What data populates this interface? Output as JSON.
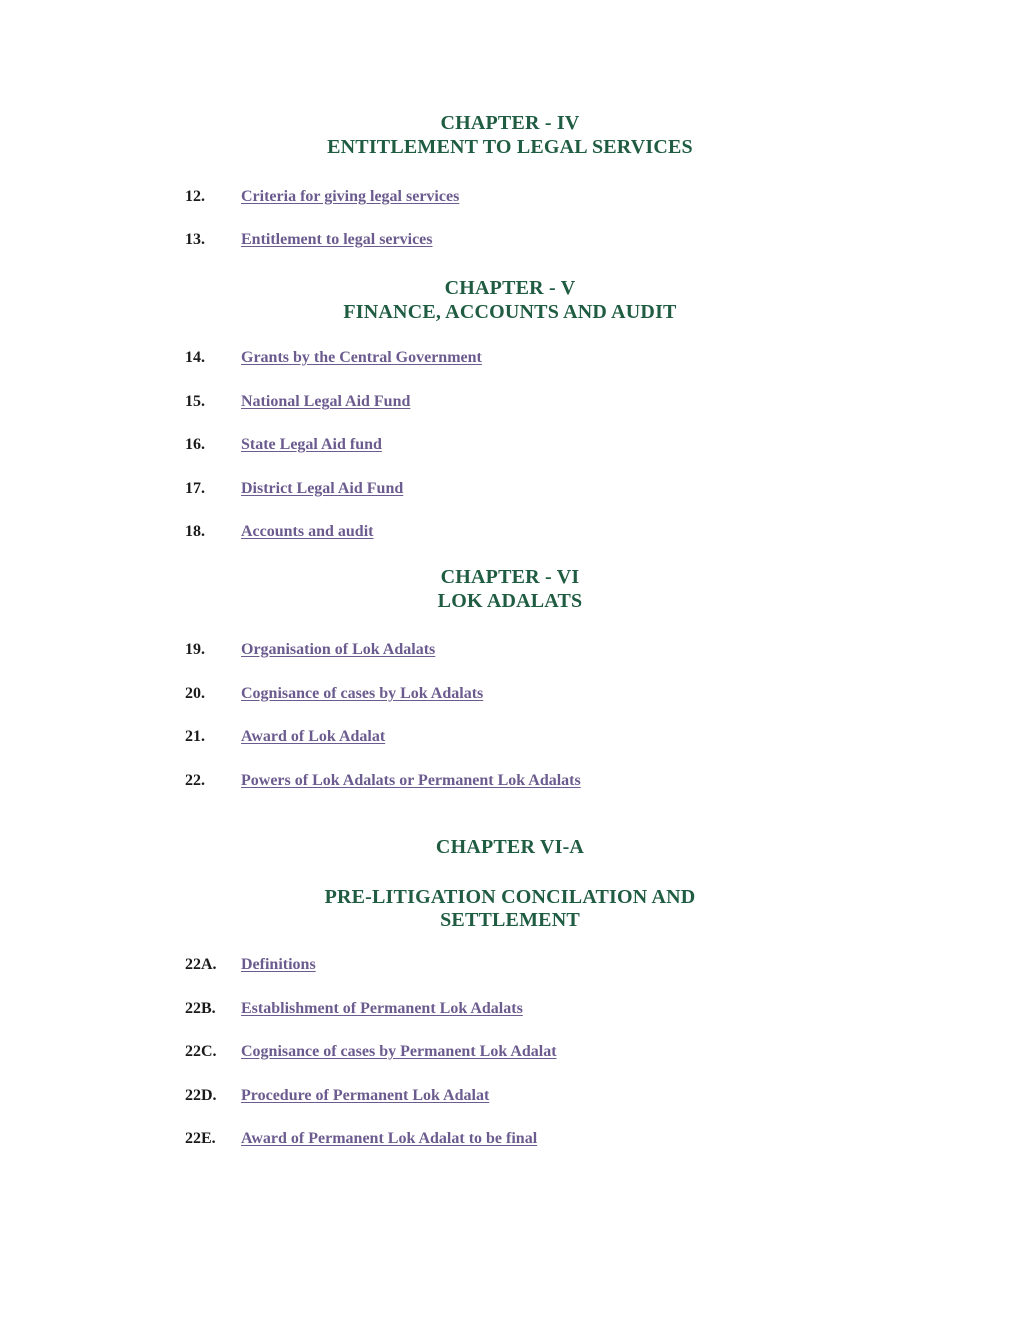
{
  "document": {
    "type": "table-of-contents",
    "accent_heading_color": "#1f5c42",
    "link_color": "#6b5b8e",
    "number_color": "#1a1a1a",
    "background_color": "#ffffff"
  },
  "chapters": [
    {
      "label": "CHAPTER - IV",
      "title_line1": "ENTITLEMENT TO LEGAL SERVICES",
      "title_line2": ""
    },
    {
      "label": "CHAPTER - V",
      "title_line1": "FINANCE, ACCOUNTS AND AUDIT",
      "title_line2": ""
    },
    {
      "label": "CHAPTER - VI",
      "title_line1": "LOK ADALATS",
      "title_line2": ""
    },
    {
      "label": "CHAPTER VI-A",
      "title_line1": "PRE-LITIGATION CONCILATION AND",
      "title_line2": "SETTLEMENT"
    }
  ],
  "entries": [
    {
      "number": "12.",
      "text": "Criteria for giving legal services"
    },
    {
      "number": "13.",
      "text": "Entitlement to legal services"
    },
    {
      "number": "14.",
      "text": "Grants by the Central Government"
    },
    {
      "number": "15.",
      "text": "National Legal Aid Fund"
    },
    {
      "number": "16.",
      "text": "State Legal Aid fund"
    },
    {
      "number": "17.",
      "text": "District Legal Aid Fund"
    },
    {
      "number": "18.",
      "text": "Accounts and audit"
    },
    {
      "number": "19.",
      "text": "Organisation of Lok Adalats"
    },
    {
      "number": "20.",
      "text": "Cognisance of cases by Lok Adalats"
    },
    {
      "number": "21.",
      "text": "Award of Lok Adalat"
    },
    {
      "number": "22.",
      "text": "Powers of Lok Adalats or Permanent Lok Adalats"
    },
    {
      "number": "22A.",
      "text": "Definitions"
    },
    {
      "number": "22B.",
      "text": "Establishment of Permanent Lok Adalats"
    },
    {
      "number": "22C.",
      "text": "Cognisance of cases by Permanent Lok Adalat"
    },
    {
      "number": "22D.",
      "text": "Procedure of Permanent Lok Adalat"
    },
    {
      "number": "22E.",
      "text": "Award of Permanent Lok Adalat to be final"
    }
  ]
}
